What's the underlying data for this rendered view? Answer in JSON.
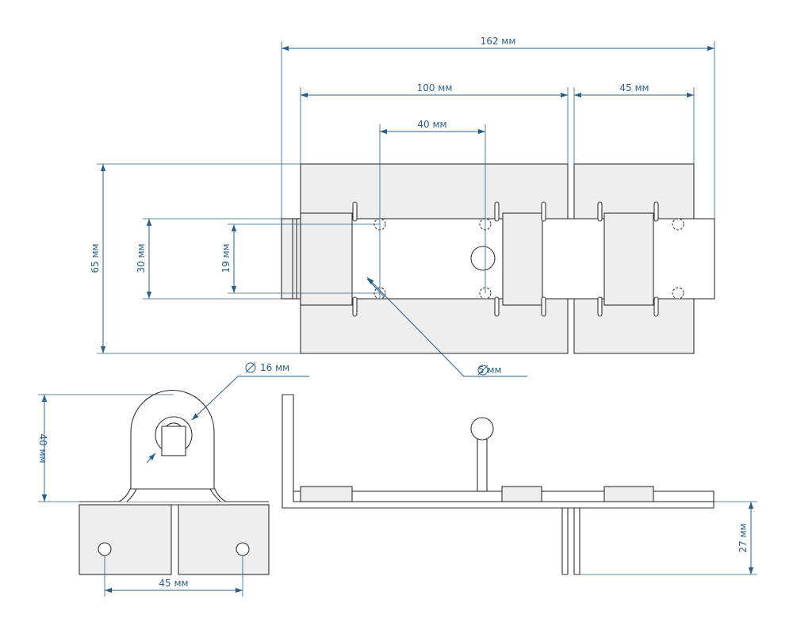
{
  "dimensions": {
    "total_length": "162 мм",
    "base_length": "100 мм",
    "bolt_offset": "40 мм",
    "keeper_length": "45 мм",
    "base_height": "65 мм",
    "bolt_height": "30 мм",
    "hole_spacing": "19 мм",
    "knob_diameter": "16 мм",
    "hole_diameter": "5 мм",
    "side_height": "40 мм",
    "side_spacing": "45 мм",
    "keeper_depth": "27 мм"
  },
  "colors": {
    "dimension": "#2b5f8a",
    "part_fill": "#eeeeee",
    "outline": "#333333"
  }
}
